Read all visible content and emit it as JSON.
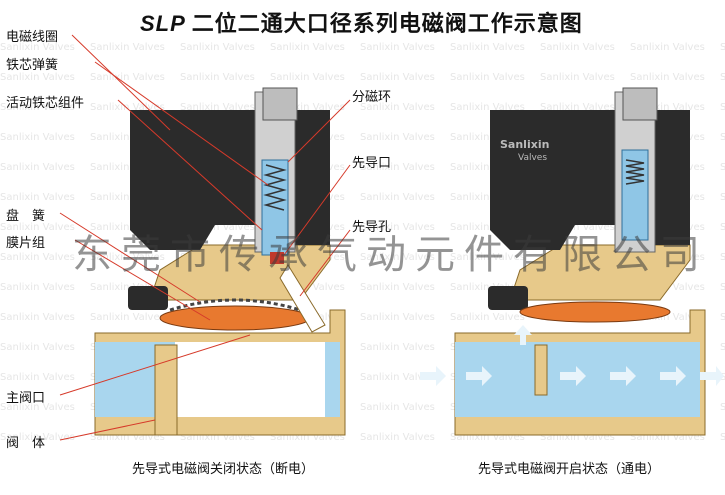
{
  "title": {
    "brand": "SLP",
    "text": "二位二通大口径系列电磁阀工作示意图"
  },
  "labels_left": [
    "电磁线圈",
    "铁芯弹簧",
    "活动铁芯组件",
    "盘　簧",
    "膜片组",
    "主阀口",
    "阀　体"
  ],
  "labels_mid": [
    "分磁环",
    "先导口",
    "先导孔"
  ],
  "brand_logo": {
    "name": "Sanlixin",
    "sub": "Valves"
  },
  "background_watermark": "Sanlixin Valves",
  "watermark": "东莞市传承气动元件有限公司",
  "captions": {
    "left": "先导式电磁阀关闭状态（断电）",
    "right": "先导式电磁阀开启状态（通电）"
  },
  "colors": {
    "coil": "#2b2b2b",
    "body": "#e7c98a",
    "body_dark": "#b8913f",
    "fluid": "#a9d6ee",
    "diaphragm": "#e8792f",
    "core": "#8fc6e6"
  }
}
